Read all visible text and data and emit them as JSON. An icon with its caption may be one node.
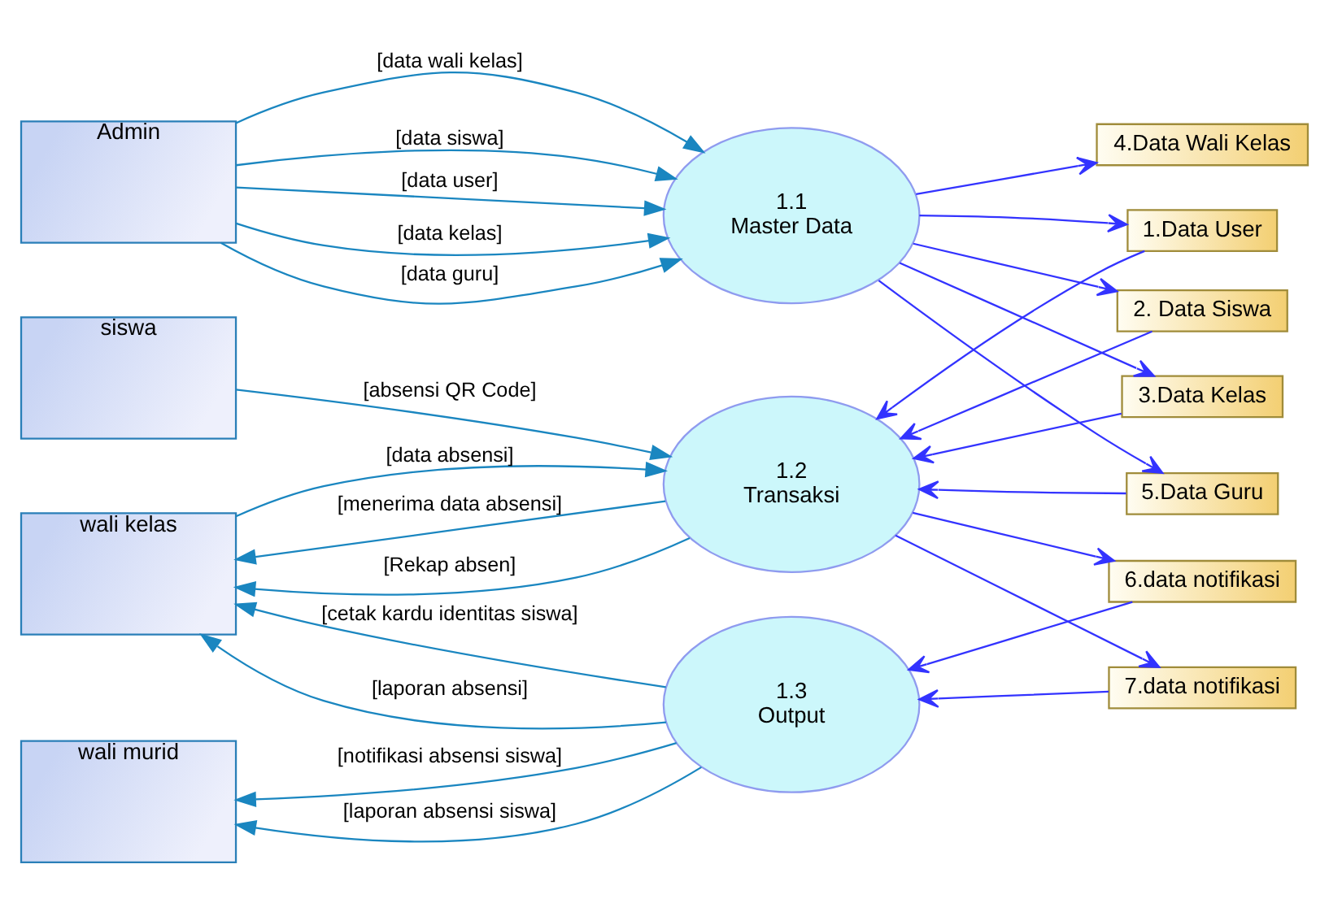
{
  "diagram": {
    "nodes": [
      {
        "text": [
          "Admin"
        ]
      },
      {
        "text": [
          "1.1",
          "Master Data"
        ]
      },
      {
        "text": [
          "1.Data User"
        ]
      },
      {
        "text": [
          "2. Data Siswa"
        ]
      },
      {
        "text": [
          "3.Data Kelas"
        ]
      },
      {
        "text": [
          "4.Data Wali Kelas"
        ]
      },
      {
        "text": [
          "5.Data Guru"
        ]
      },
      {
        "text": [
          "siswa"
        ]
      },
      {
        "text": [
          "1.2",
          "Transaksi"
        ]
      },
      {
        "text": [
          "6.data notifikasi"
        ]
      },
      {
        "text": [
          "7.data notifikasi"
        ]
      },
      {
        "text": [
          "wali kelas"
        ]
      },
      {
        "text": [
          "1.3",
          "Output"
        ]
      },
      {
        "text": [
          "wali murid"
        ]
      }
    ],
    "edges": [
      {
        "from": 0,
        "to": 1,
        "arrow": "to",
        "label": "[data kelas]"
      },
      {
        "from": 0,
        "to": 1,
        "arrow": "to",
        "label": "[data guru]"
      },
      {
        "from": 0,
        "to": 1,
        "arrow": "to",
        "label": "[data wali kelas]"
      },
      {
        "from": 0,
        "to": 1,
        "arrow": "to",
        "label": "[data siswa]"
      },
      {
        "from": 0,
        "to": 1,
        "arrow": "to",
        "label": "[data user]"
      },
      {
        "from": 1,
        "to": 2,
        "arrow": "to",
        "color": "#3333ff"
      },
      {
        "from": 1,
        "to": 3,
        "arrow": "to",
        "color": "#3333ff"
      },
      {
        "from": 1,
        "to": 4,
        "arrow": "to",
        "color": "#3333ff"
      },
      {
        "from": 1,
        "to": 5,
        "arrow": "to",
        "color": "#3333ff"
      },
      {
        "from": 1,
        "to": 6,
        "arrow": "to",
        "color": "#3333ff"
      },
      {
        "from": 2,
        "to": 8,
        "arrow": "to",
        "color": "#3333ff"
      },
      {
        "from": 3,
        "to": 8,
        "arrow": "to",
        "color": "#3333ff"
      },
      {
        "from": 4,
        "to": 8,
        "arrow": "to",
        "color": "#3333ff"
      },
      {
        "from": 6,
        "to": 8,
        "arrow": "to",
        "color": "#3333ff"
      },
      {
        "from": 7,
        "to": 8,
        "arrow": "to",
        "label": "[absensi QR Code]"
      },
      {
        "from": 8,
        "to": 9,
        "arrow": "to",
        "color": "#3333ff"
      },
      {
        "from": 8,
        "to": 10,
        "arrow": "to",
        "color": "#3333ff"
      },
      {
        "from": 8,
        "to": 11,
        "arrow": "to",
        "label": "[menerima data absensi]"
      },
      {
        "from": 8,
        "to": 11,
        "arrow": "to",
        "label": "[Rekap absen]"
      },
      {
        "from": 11,
        "to": 8,
        "arrow": "to",
        "label": "[data absensi]"
      },
      {
        "from": 10,
        "to": 12,
        "arrow": "to",
        "color": "#3333ff"
      },
      {
        "from": 9,
        "to": 12,
        "arrow": "to",
        "color": "#3333ff"
      },
      {
        "from": 12,
        "to": 11,
        "arrow": "to",
        "label": "[cetak kardu identitas siswa]"
      },
      {
        "from": 12,
        "to": 11,
        "arrow": "to",
        "label": "[laporan absensi]"
      },
      {
        "from": 12,
        "to": 13,
        "arrow": "to",
        "label": "[notifikasi absensi siswa]"
      },
      {
        "from": 12,
        "to": 13,
        "arrow": "to",
        "label": "[laporan absensi siswa]"
      }
    ]
  }
}
